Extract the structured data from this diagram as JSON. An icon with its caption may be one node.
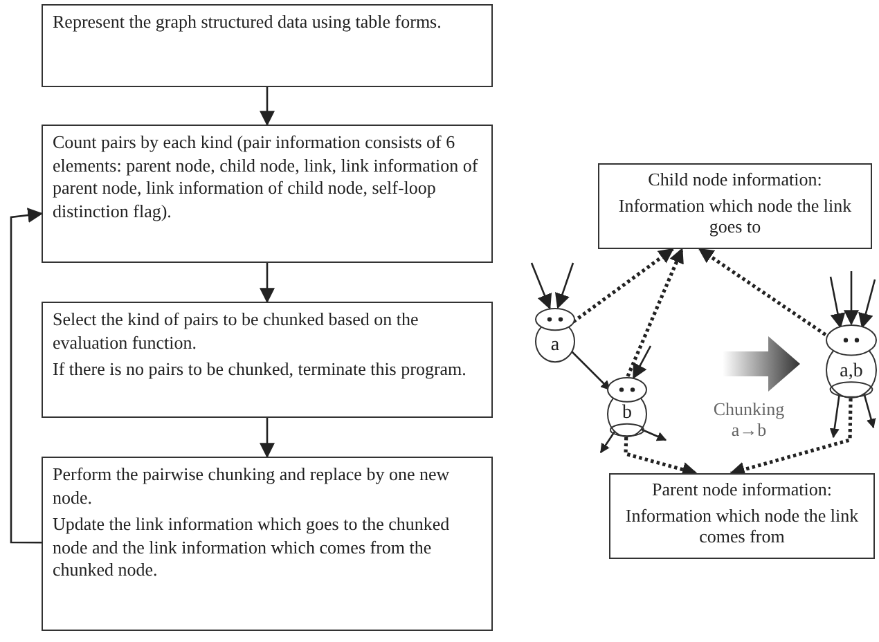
{
  "diagram": {
    "nodes": [
      {
        "text": [
          "Represent the graph structured data using table forms."
        ]
      },
      {
        "text": [
          "Count pairs by each kind (pair information consists of 6 elements: parent node, child node, link, link information of parent node, link information of child node, self-loop distinction flag)."
        ]
      },
      {
        "text": [
          "Select the kind of pairs to be chunked based on the evaluation function.",
          "If there is no pairs to be chunked, terminate this program."
        ]
      },
      {
        "text": [
          "Perform the pairwise chunking and replace by one new node.",
          "Update the link information which goes to the chunked node and the link information which comes from the chunked node."
        ]
      },
      {
        "text": [
          "Child node information:",
          "Information which node the link goes to"
        ]
      },
      {
        "text": [
          "Parent node information:",
          "Information which node the link comes from"
        ]
      },
      {
        "text": [
          "a"
        ]
      },
      {
        "text": [
          "b"
        ]
      },
      {
        "text": [
          "a,b"
        ]
      }
    ],
    "edges": [
      {
        "from": 0,
        "to": 1,
        "arrow": "to"
      },
      {
        "from": 1,
        "to": 2,
        "arrow": "to"
      },
      {
        "from": 2,
        "to": 3,
        "arrow": "to"
      },
      {
        "from": 3,
        "to": 1,
        "arrow": "to"
      },
      {
        "from": 6,
        "to": 4,
        "arrow": "to",
        "style": "dashed"
      },
      {
        "from": 7,
        "to": 4,
        "arrow": "to",
        "style": "dashed"
      },
      {
        "from": 8,
        "to": 4,
        "arrow": "to",
        "style": "dashed"
      },
      {
        "from": 7,
        "to": 5,
        "arrow": "to",
        "style": "dashed"
      },
      {
        "from": 8,
        "to": 5,
        "arrow": "to",
        "style": "dashed"
      },
      {
        "from": 6,
        "to": 7,
        "arrow": "to"
      },
      {
        "from": null,
        "to": 6,
        "arrow": "to"
      },
      {
        "from": null,
        "to": 6,
        "arrow": "to"
      },
      {
        "from": null,
        "to": 7,
        "arrow": "to"
      },
      {
        "from": 7,
        "to": null,
        "arrow": "to"
      },
      {
        "from": 7,
        "to": null,
        "arrow": "to"
      },
      {
        "from": null,
        "to": 8,
        "arrow": "to"
      },
      {
        "from": null,
        "to": 8,
        "arrow": "to"
      },
      {
        "from": null,
        "to": 8,
        "arrow": "to"
      },
      {
        "from": 8,
        "to": null,
        "arrow": "to"
      },
      {
        "from": 8,
        "to": null,
        "arrow": "to"
      }
    ],
    "labels": [
      "Chunking a→b"
    ]
  }
}
